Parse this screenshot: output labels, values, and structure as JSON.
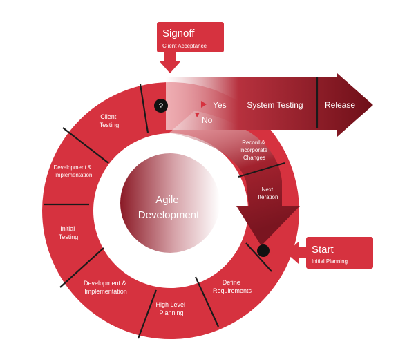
{
  "colors": {
    "primary_red": "#d6323f",
    "dark_red": "#6e0f18",
    "divider": "#1a1a1a",
    "marker_black": "#111111",
    "text_white": "#ffffff"
  },
  "callouts": {
    "signoff": {
      "title": "Signoff",
      "subtitle": "Client Acceptance"
    },
    "start": {
      "title": "Start",
      "subtitle": "Initial Planning"
    }
  },
  "decision": {
    "marker_symbol": "?",
    "yes_label": "Yes",
    "no_label": "No"
  },
  "release_arrow": {
    "stage_1": "System Testing",
    "stage_2": "Release"
  },
  "inner_track": {
    "segment_1": [
      "Record &",
      "Incorporate",
      "Changes"
    ],
    "segment_2": [
      "Next",
      "Iteration"
    ]
  },
  "ring_segments": [
    {
      "lines": [
        "Client",
        "Testing"
      ]
    },
    {
      "lines": [
        "Development &",
        "Implementation"
      ]
    },
    {
      "lines": [
        "Initial",
        "Testing"
      ]
    },
    {
      "lines": [
        "Development &",
        "Implementation"
      ]
    },
    {
      "lines": [
        "High Level",
        "Planning"
      ]
    },
    {
      "lines": [
        "Define",
        "Requirements"
      ]
    }
  ],
  "center": {
    "title_line_1": "Agile",
    "title_line_2": "Development"
  }
}
